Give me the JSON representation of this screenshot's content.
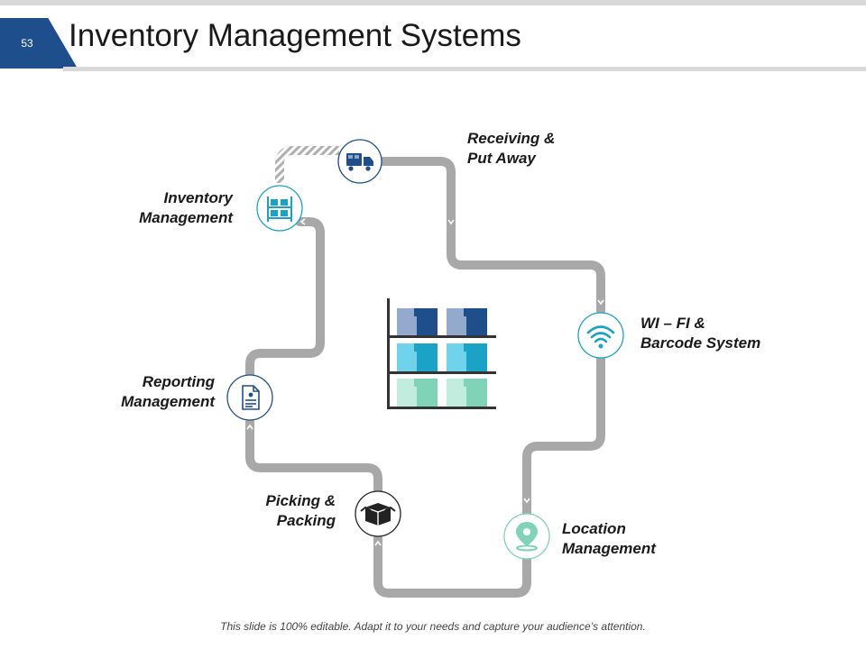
{
  "slide": {
    "number": "53",
    "title": "Inventory Management Systems"
  },
  "steps": [
    {
      "id": "receiving",
      "line1": "Receiving &",
      "line2": "Put Away",
      "icon": "truck-icon",
      "color": "#1f4e8c"
    },
    {
      "id": "wifi",
      "line1": "WI – FI &",
      "line2": "Barcode System",
      "icon": "wifi-icon",
      "color": "#1aa3c7"
    },
    {
      "id": "location",
      "line1": "Location",
      "line2": "Management",
      "icon": "location-pin-icon",
      "color": "#7fd3b6"
    },
    {
      "id": "picking",
      "line1": "Picking &",
      "line2": "Packing",
      "icon": "box-icon",
      "color": "#222222"
    },
    {
      "id": "reporting",
      "line1": "Reporting",
      "line2": "Management",
      "icon": "report-icon",
      "color": "#1f4e8c"
    },
    {
      "id": "inventory",
      "line1": "Inventory",
      "line2": "Management",
      "icon": "shelf-icon",
      "color": "#1aa3c7"
    }
  ],
  "center_icon": "warehouse-shelves-icon",
  "colors": {
    "path": "#a8a8a8",
    "navy": "#1f4e8c",
    "light_blue": "#93aacd",
    "cyan": "#1aa3c7",
    "light_cyan": "#6fd3ec",
    "mint": "#7fd3b6",
    "light_mint": "#c1ecde"
  },
  "footer": "This slide is 100% editable. Adapt it to your needs and capture your audience’s attention."
}
